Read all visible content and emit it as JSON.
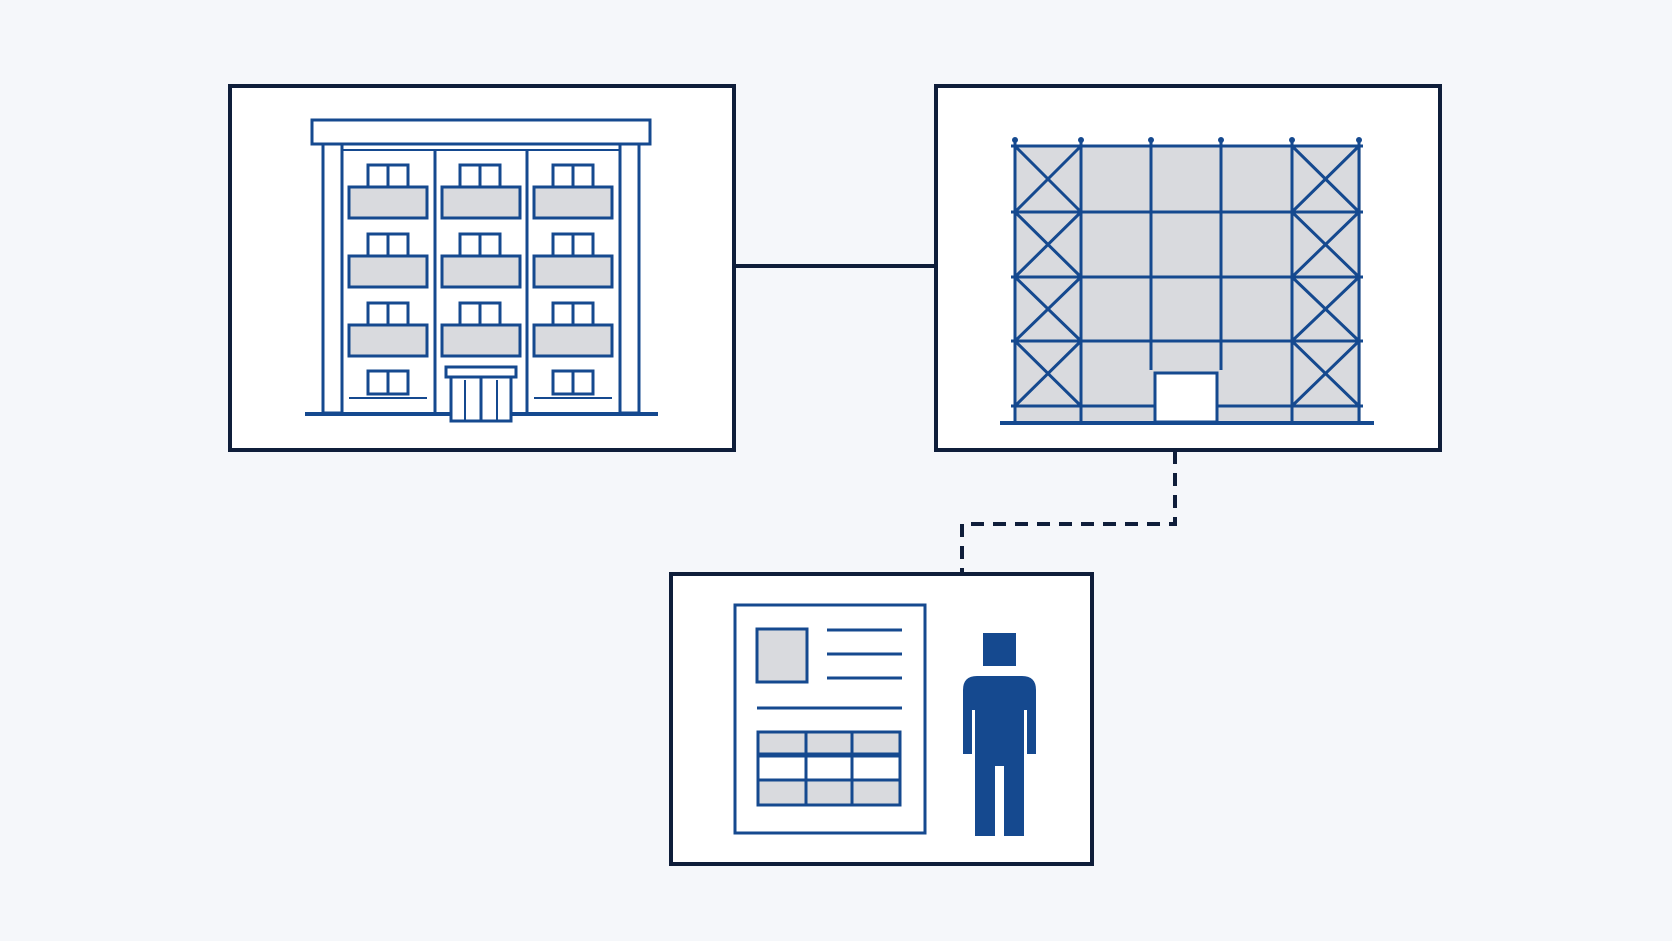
{
  "diagram": {
    "nodes": [
      {
        "id": "building",
        "icon": "apartment-building-icon"
      },
      {
        "id": "scaffold",
        "icon": "scaffolding-facade-icon"
      },
      {
        "id": "record",
        "icon": "worker-document-icon"
      }
    ],
    "edges": [
      {
        "from": "building",
        "to": "scaffold",
        "style": "solid"
      },
      {
        "from": "scaffold",
        "to": "record",
        "style": "dashed"
      }
    ]
  },
  "colors": {
    "background": "#f5f7fa",
    "frame": "#0f1e3a",
    "icon_blue": "#15498f",
    "fill_grey": "#d9dade",
    "panel_white": "#ffffff"
  }
}
